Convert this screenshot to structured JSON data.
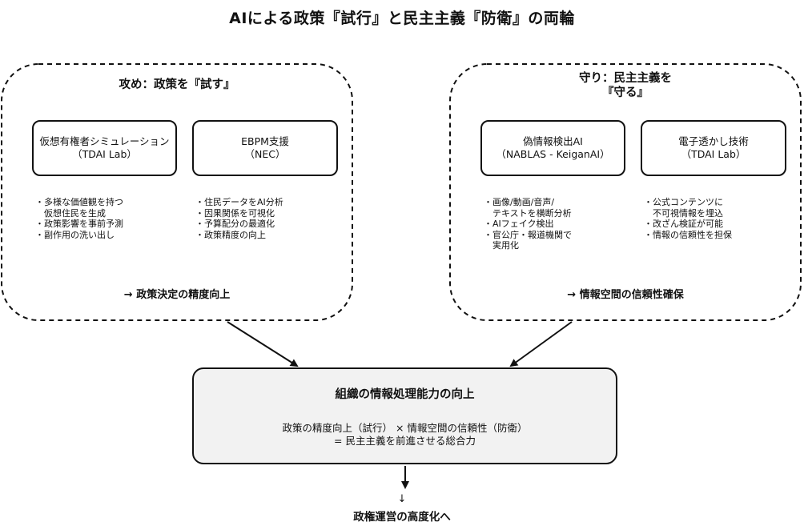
{
  "title": "AIによる政策『試行』と民主主義『防衛』の両輪",
  "left_panel": {
    "title": "攻め：政策を『試す』",
    "cards": [
      {
        "line1": "仮想有権者シミュレーション",
        "line2": "（TDAI Lab）",
        "bullets": "・多様な価値観を持つ\n　仮想住民を生成\n・政策影響を事前予測\n・副作用の洗い出し"
      },
      {
        "line1": "EBPM支援",
        "line2": "（NEC）",
        "bullets": "・住民データをAI分析\n・因果関係を可視化\n・予算配分の最適化\n・政策精度の向上"
      }
    ],
    "conclusion": "→ 政策決定の精度向上"
  },
  "right_panel": {
    "title_line1": "守り：民主主義を",
    "title_line2": "『守る』",
    "cards": [
      {
        "line1": "偽情報検出AI",
        "line2": "（NABLAS - KeiganAI）",
        "bullets": "・画像/動画/音声/\n　テキストを横断分析\n・AIフェイク検出\n・官公庁・報道機関で\n　実用化"
      },
      {
        "line1": "電子透かし技術",
        "line2": "（TDAI Lab）",
        "bullets": "・公式コンテンツに\n　不可視情報を埋込\n・改ざん検証が可能\n・情報の信頼性を担保"
      }
    ],
    "conclusion": "→ 情報空間の信頼性確保"
  },
  "center": {
    "title": "組織の情報処理能力の向上",
    "line1": "政策の精度向上（試行） × 情報空間の信頼性（防衛）",
    "line2": "= 民主主義を前進させる総合力"
  },
  "bottom": {
    "arrow_glyph": "↓",
    "text": "政権運営の高度化へ"
  }
}
